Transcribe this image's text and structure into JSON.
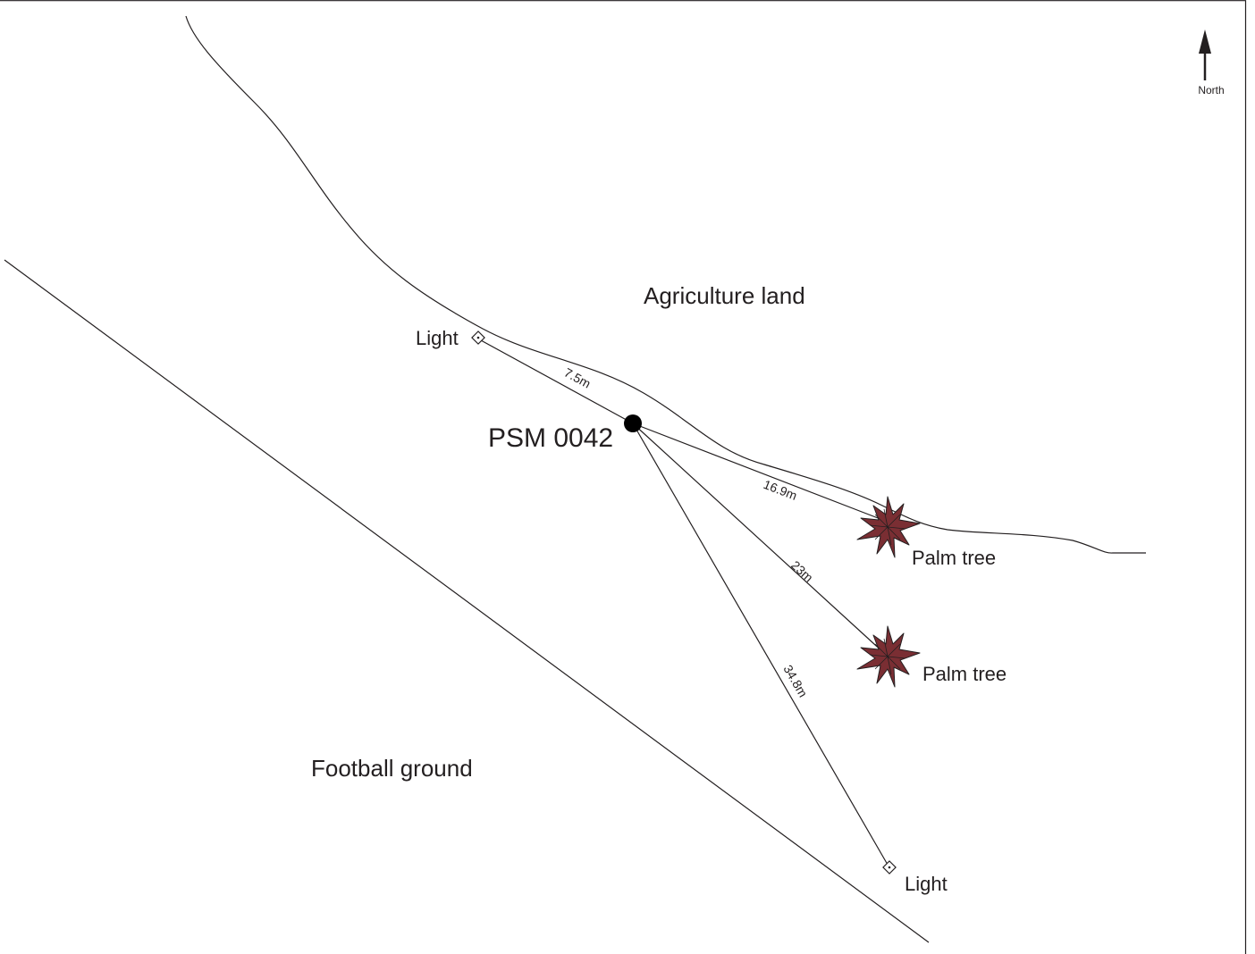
{
  "north": {
    "label": "North",
    "icon": "north-arrow-icon"
  },
  "areas": {
    "agriculture": "Agriculture land",
    "football": "Football ground"
  },
  "marker": {
    "label": "PSM 0042",
    "icon": "survey-marker-icon"
  },
  "features": {
    "light_1": {
      "label": "Light",
      "icon": "light-pole-icon"
    },
    "light_2": {
      "label": "Light",
      "icon": "light-pole-icon"
    },
    "palm_1": {
      "label": "Palm tree",
      "icon": "palm-tree-icon"
    },
    "palm_2": {
      "label": "Palm tree",
      "icon": "palm-tree-icon"
    }
  },
  "distances": {
    "light_1": "7.5m",
    "palm_1": "16.9m",
    "palm_2": "23m",
    "light_2": "34.8m"
  },
  "colors": {
    "ink": "#231f20",
    "palm_fill": "#7a2e33",
    "marker_fill": "#000000"
  }
}
